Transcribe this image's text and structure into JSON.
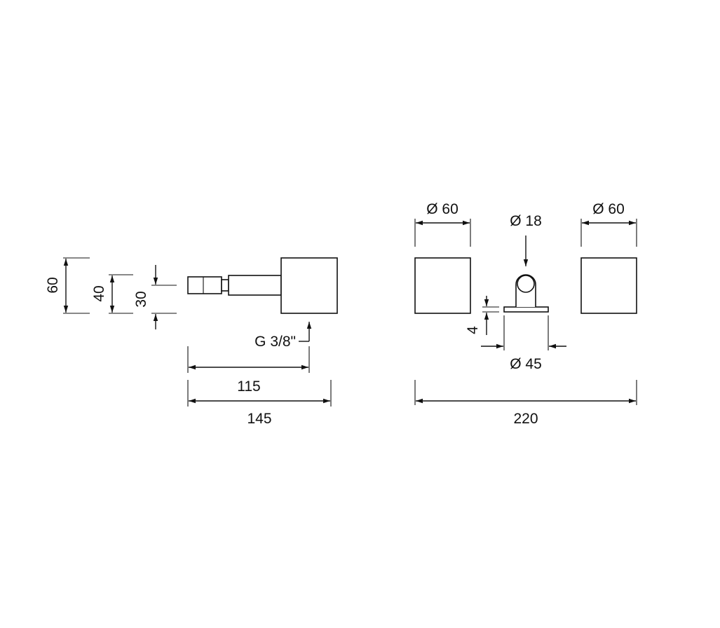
{
  "side_view": {
    "dim_height_total": "60",
    "dim_height_mid": "40",
    "dim_height_spout": "30",
    "dim_length_inner": "115",
    "dim_length_total": "145",
    "thread_label": "G 3/8\""
  },
  "front_view": {
    "dim_left_knob": "Ø 60",
    "dim_right_knob": "Ø 60",
    "dim_spout": "Ø 18",
    "dim_flange_thickness": "4",
    "dim_flange": "Ø 45",
    "dim_total_width": "220"
  }
}
